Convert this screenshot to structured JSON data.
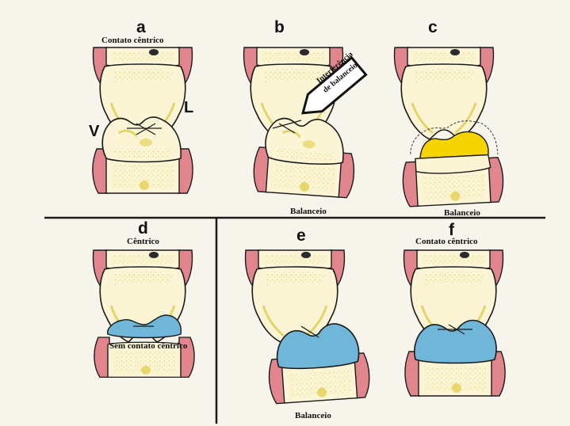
{
  "panels": {
    "a": {
      "letter": "a",
      "caption": "Contato cêntrico",
      "side_v": "V",
      "side_l": "L"
    },
    "b": {
      "letter": "b",
      "callout_line1": "Interferência",
      "callout_line2": "de balanceio",
      "caption": "Balanceio"
    },
    "c": {
      "letter": "c",
      "caption": "Balanceio"
    },
    "d": {
      "letter": "d",
      "caption": "Cêntrico",
      "note": "Sem contato cêntrico"
    },
    "e": {
      "letter": "e",
      "caption": "Balanceio"
    },
    "f": {
      "letter": "f",
      "caption": "Contato cêntrico"
    }
  },
  "colors": {
    "background": "#f7f4ec",
    "enamel": "#fbf5d6",
    "dentin_stipple": "#e8d76a",
    "gum": "#e2868e",
    "restoration_yellow": "#f5d400",
    "restoration_blue": "#6fb6d8",
    "outline": "#1b1b1b",
    "divider": "#1a1a1a"
  },
  "icons": [
    "upper-tooth-icon",
    "lower-tooth-icon",
    "callout-arrow-icon"
  ]
}
